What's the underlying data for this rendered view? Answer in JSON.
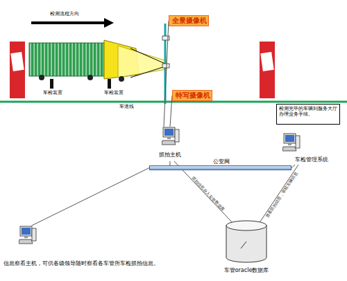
{
  "diagram": {
    "nodes": [
      {
        "text": [
          "全景摄像机"
        ]
      },
      {
        "text": [
          "特写摄像机"
        ]
      },
      {
        "text": [
          "抓拍主机"
        ]
      },
      {
        "text": [
          "检测完毕的车辆到服务大厅办理业务手续。"
        ]
      },
      {
        "text": [
          "车检管理系统"
        ]
      },
      {
        "text": [
          "公安网"
        ]
      },
      {
        "text": [
          "车管oracle数据库"
        ]
      },
      {
        "text": [
          "信息察看主机，可供各级领导随时察看各车管所车检抓拍信息。"
        ]
      }
    ],
    "edges": [
      {
        "from": 0,
        "to": 2,
        "arrow": "none"
      },
      {
        "from": 1,
        "to": 2,
        "arrow": "none"
      },
      {
        "from": 2,
        "to": 5,
        "arrow": "none"
      },
      {
        "from": 4,
        "to": 5,
        "arrow": "none"
      },
      {
        "from": 5,
        "to": 7,
        "arrow": "none"
      },
      {
        "from": 2,
        "to": 6,
        "label": "抓拍信息存入车管数据库",
        "arrow": "none"
      },
      {
        "from": 6,
        "to": 4,
        "label": "查看抓拍信息，审核车辆信息",
        "arrow": "none"
      }
    ],
    "labels": [
      "检测流程方向",
      "车检装置",
      "车检装置",
      "车道线"
    ]
  }
}
